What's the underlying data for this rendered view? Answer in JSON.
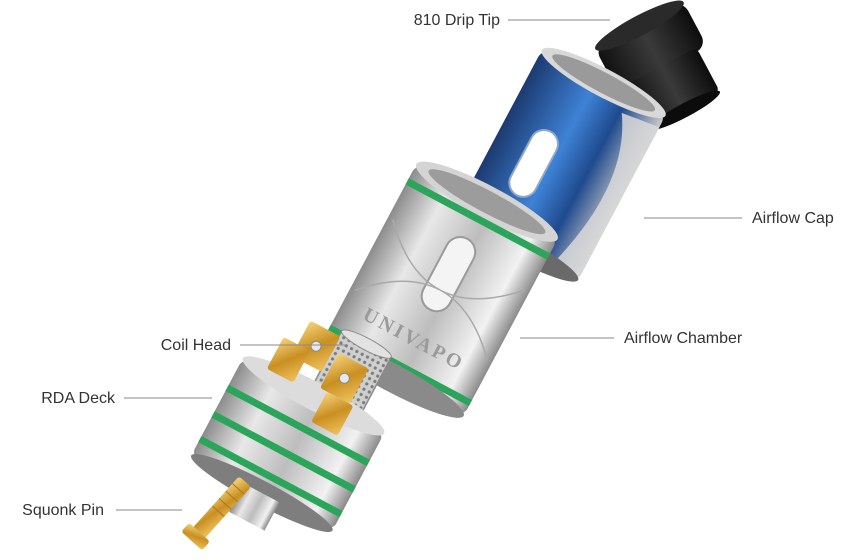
{
  "colors": {
    "background": "#ffffff",
    "label_text": "#333333",
    "leader_line": "#8a8a8a",
    "steel_light": "#e6e6e6",
    "steel_mid": "#b4b4b4",
    "steel_dark": "#7a7a7a",
    "blue_accent": "#2f6fc0",
    "blue_dark": "#1d3f78",
    "black_tip": "#1a1a1a",
    "green_oring": "#2aa55a",
    "gold": "#d9a93b"
  },
  "brand_mark": "UNIVAPO",
  "labels": {
    "drip_tip": "810 Drip Tip",
    "airflow_cap": "Airflow Cap",
    "airflow_chamber": "Airflow Chamber",
    "coil_head": "Coil Head",
    "rda_deck": "RDA Deck",
    "squonk_pin": "Squonk Pin"
  }
}
